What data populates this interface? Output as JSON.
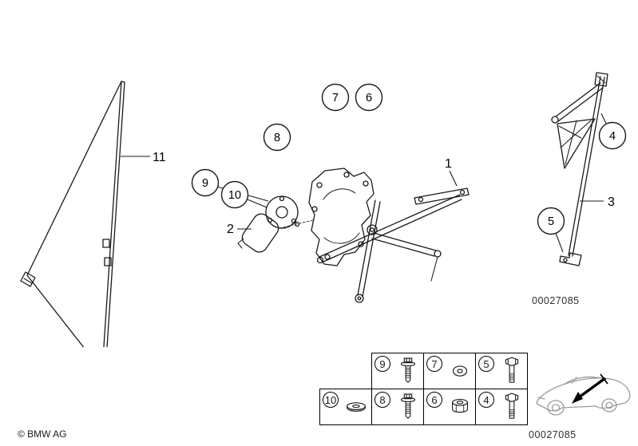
{
  "colors": {
    "background": "#ffffff",
    "line": "#1a1a1a",
    "car_grey": "#9b9b9b"
  },
  "callouts": {
    "1": "1",
    "2": "2",
    "3": "3",
    "4": "4",
    "5": "5",
    "6": "6",
    "7": "7",
    "8": "8",
    "9": "9",
    "10": "10",
    "11": "11"
  },
  "legend": {
    "row1": [
      {
        "num": "9",
        "icon": "hex-flange-screw-icon"
      },
      {
        "num": "7",
        "icon": "washer-icon"
      },
      {
        "num": "5",
        "icon": "hex-bolt-icon"
      }
    ],
    "row2": [
      {
        "num": "10",
        "icon": "large-washer-icon"
      },
      {
        "num": "8",
        "icon": "hex-flange-screw-icon"
      },
      {
        "num": "6",
        "icon": "flange-nut-icon"
      },
      {
        "num": "4",
        "icon": "hex-bolt-icon"
      }
    ]
  },
  "diagram": {
    "drawing_number": "00027085"
  },
  "footer": {
    "copyright": "© BMW AG",
    "part_number": "00027085"
  }
}
